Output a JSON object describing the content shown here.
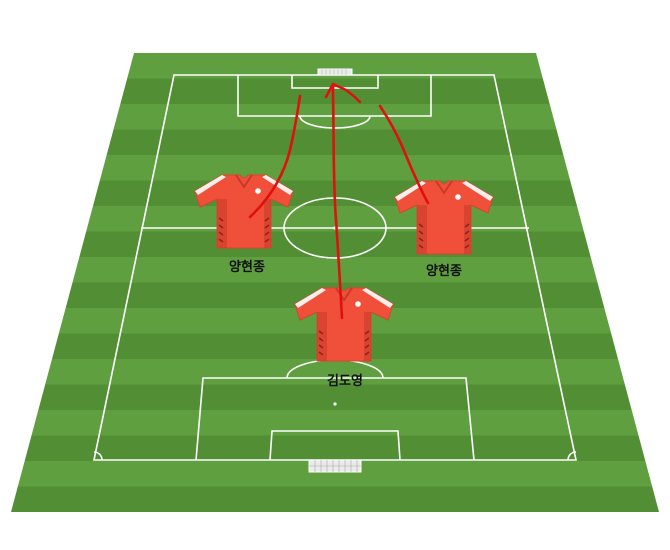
{
  "colors": {
    "pitch_light": "#5f9f3f",
    "pitch_dark": "#528f34",
    "line": "#ffffff",
    "jersey": "#f0503a",
    "jersey_shadow": "#c73a28",
    "jersey_trim": "#ffffff",
    "arrow": "#e01010"
  },
  "icons": {
    "jersey": "jersey-icon",
    "goal": "goal-net-icon"
  },
  "players": [
    {
      "id": "left-mid",
      "name": "양현종"
    },
    {
      "id": "right-mid",
      "name": "양현종"
    },
    {
      "id": "center",
      "name": "김도영"
    }
  ]
}
